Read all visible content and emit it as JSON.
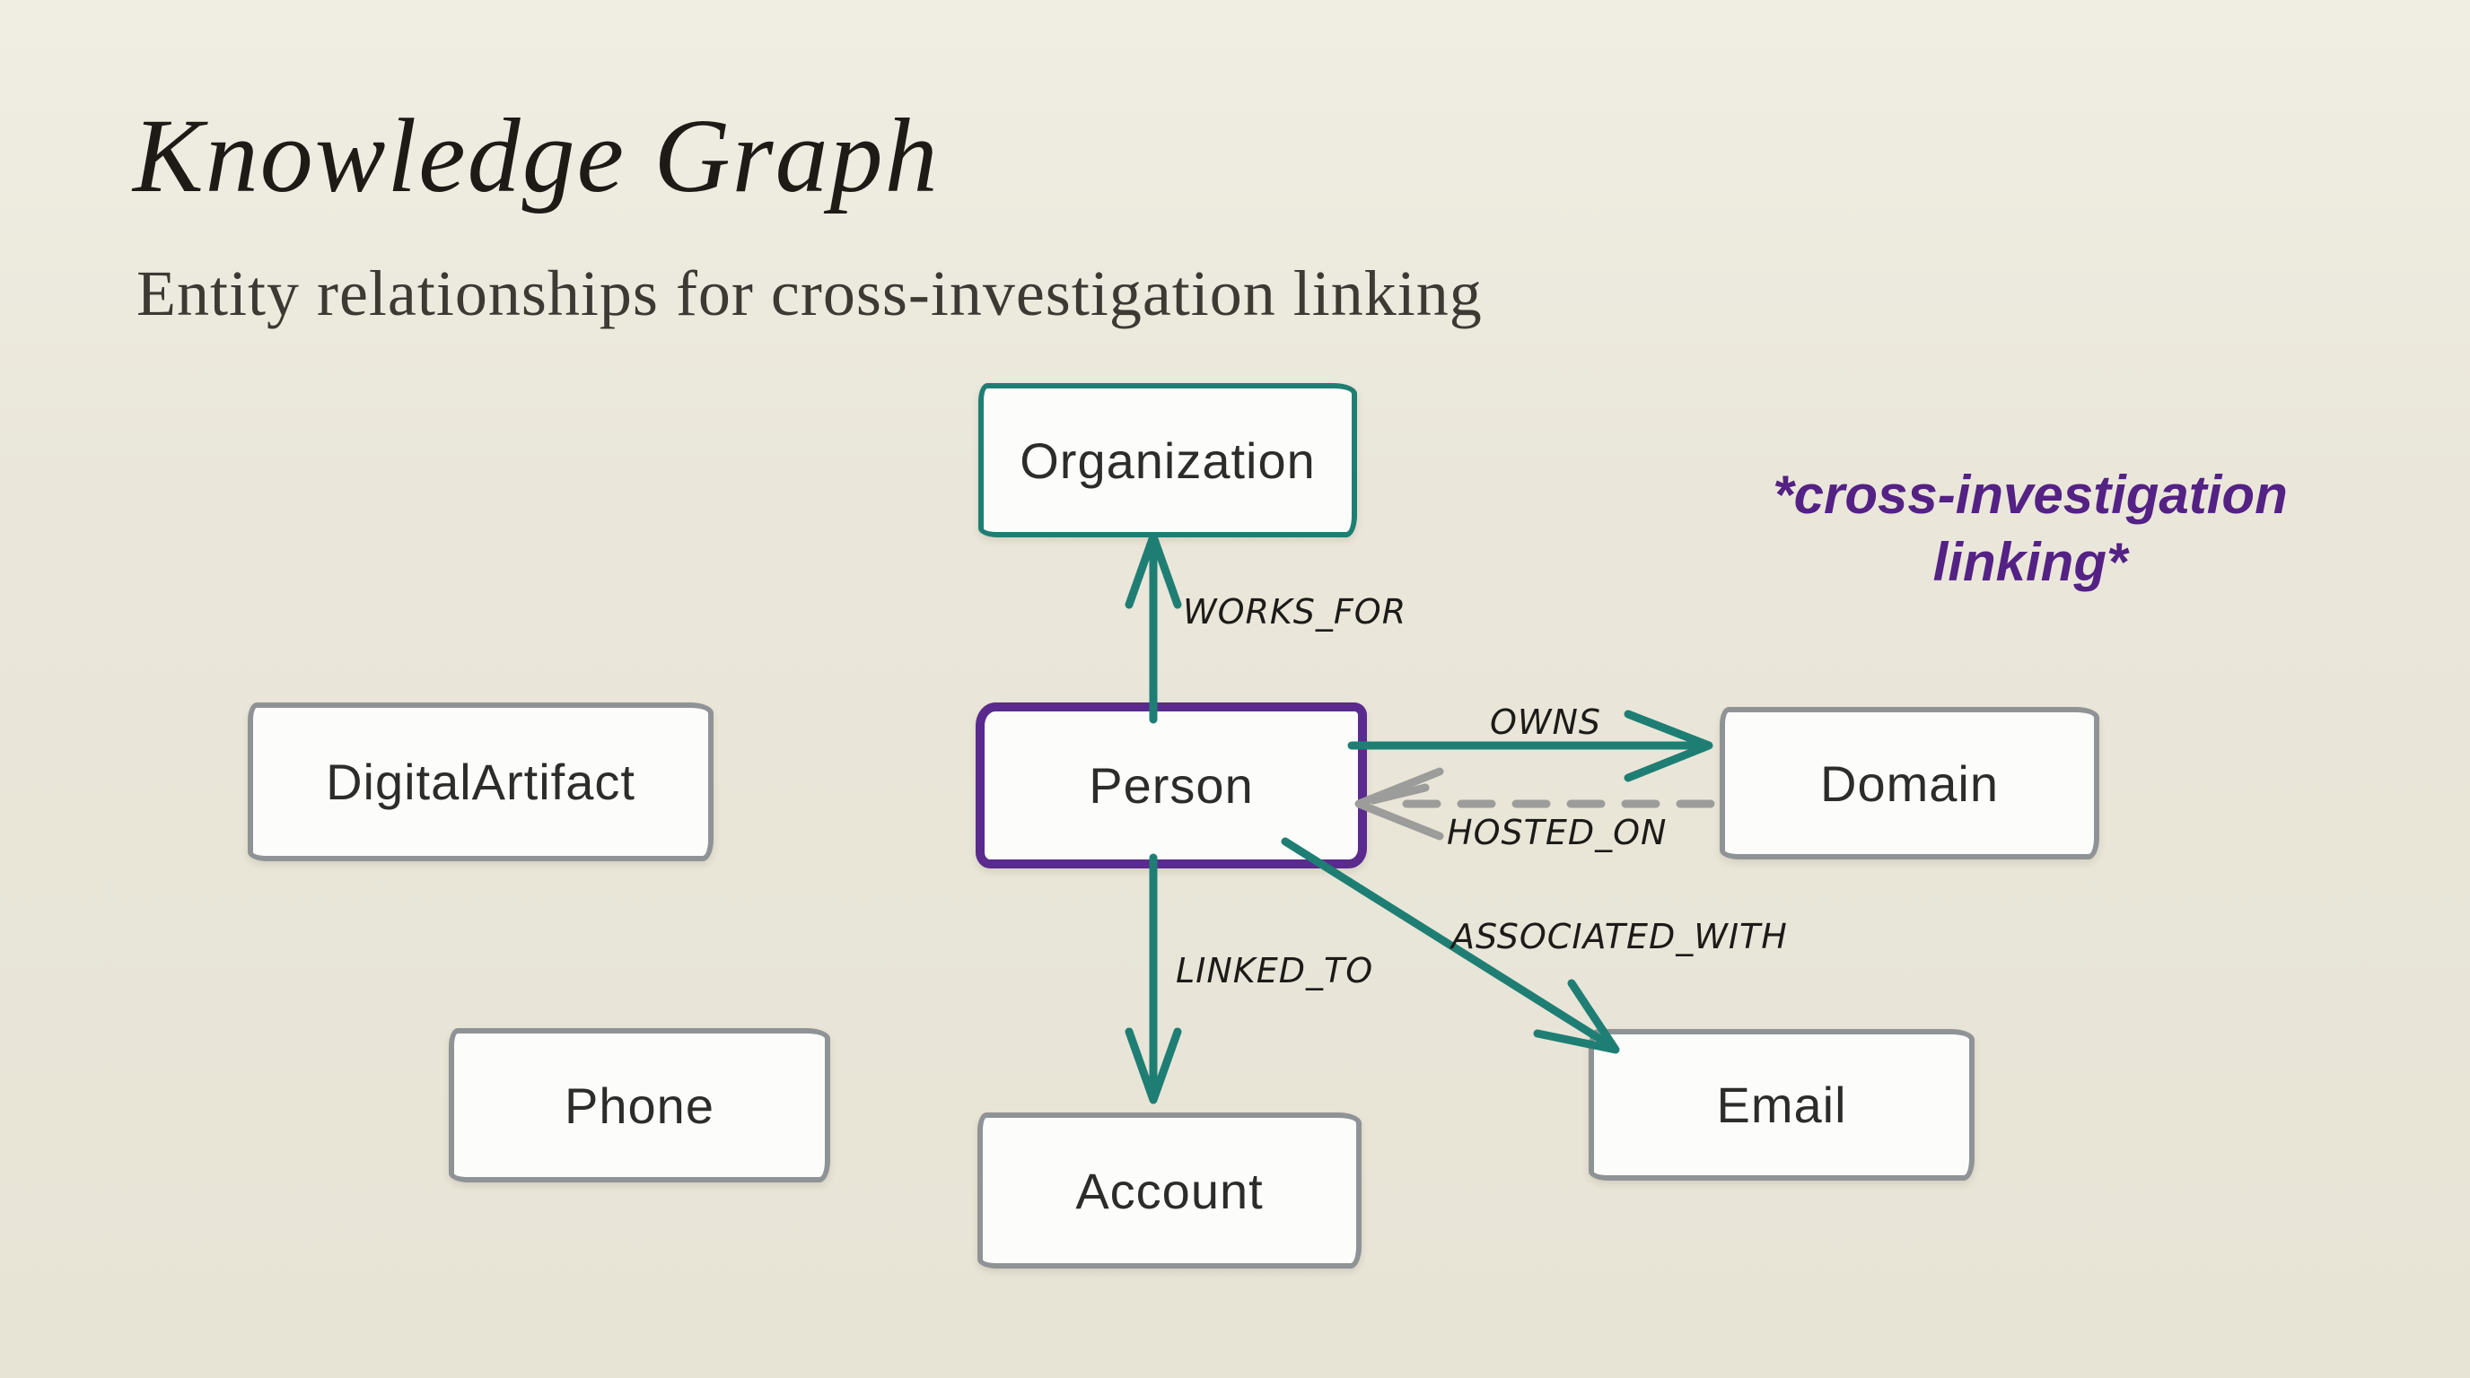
{
  "slide": {
    "title": "Knowledge Graph",
    "subtitle": "Entity relationships for cross-investigation linking",
    "annotation": "*cross-investigation linking*"
  },
  "colors": {
    "background": "#e9e6d9",
    "teal_accent": "#1f7e74",
    "purple_accent": "#5a2a8e",
    "gray_accent": "#909396",
    "annotation_purple": "#542184"
  },
  "nodes": [
    {
      "id": "organization",
      "label": "Organization",
      "accent": "teal"
    },
    {
      "id": "digital-artifact",
      "label": "DigitalArtifact",
      "accent": "gray"
    },
    {
      "id": "person",
      "label": "Person",
      "accent": "purple"
    },
    {
      "id": "domain",
      "label": "Domain",
      "accent": "gray"
    },
    {
      "id": "phone",
      "label": "Phone",
      "accent": "gray"
    },
    {
      "id": "account",
      "label": "Account",
      "accent": "gray"
    },
    {
      "id": "email",
      "label": "Email",
      "accent": "gray"
    }
  ],
  "edges": [
    {
      "label": "WORKS_FOR",
      "from": "Person",
      "to": "Organization",
      "line": "solid",
      "color": "teal"
    },
    {
      "label": "OWNS",
      "from": "Person",
      "to": "Domain",
      "line": "solid",
      "color": "teal"
    },
    {
      "label": "HOSTED_ON",
      "from": "Domain",
      "to": "Person",
      "line": "dashed",
      "color": "gray"
    },
    {
      "label": "LINKED_TO",
      "from": "Person",
      "to": "Account",
      "line": "solid",
      "color": "teal"
    },
    {
      "label": "ASSOCIATED_WITH",
      "from": "Person",
      "to": "Email",
      "line": "solid",
      "color": "teal"
    }
  ]
}
